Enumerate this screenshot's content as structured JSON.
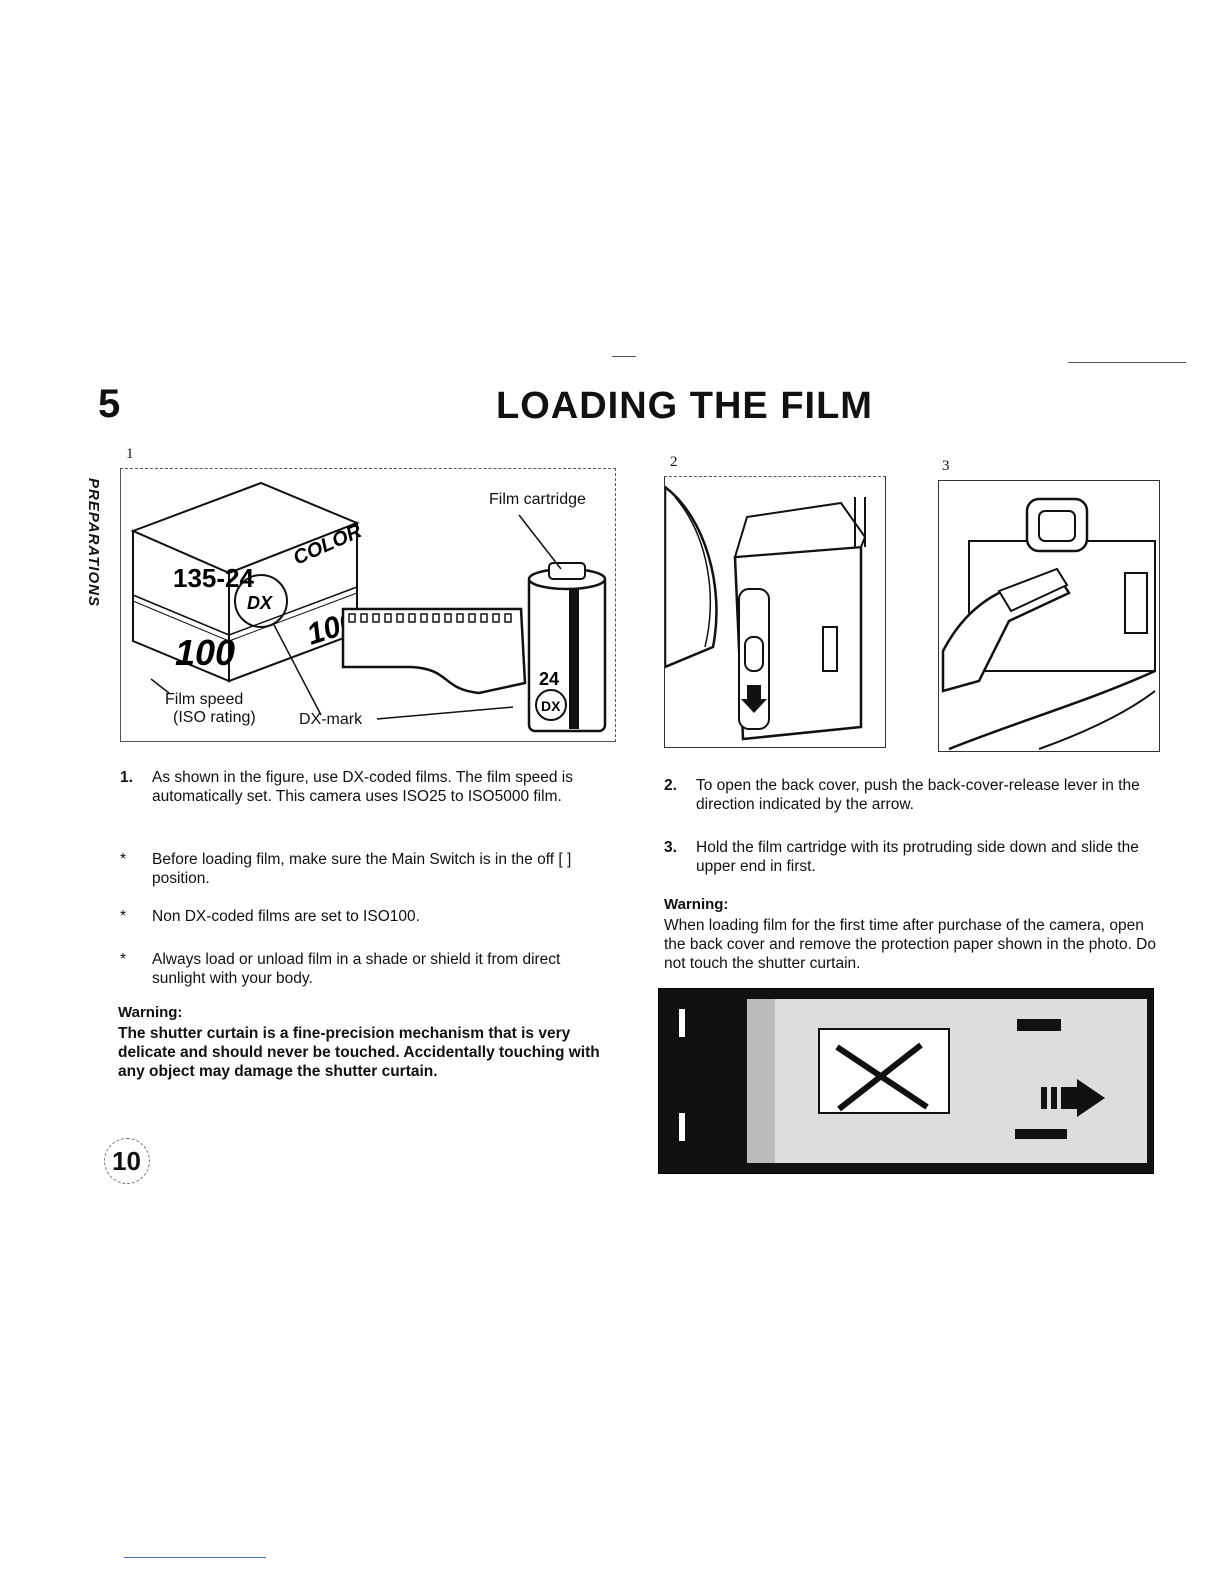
{
  "header": {
    "section_number": "5",
    "title": "LOADING THE FILM",
    "side_tab": "PREPARATIONS"
  },
  "figure1": {
    "label": "1",
    "box_numbers": [
      "135-24",
      "100"
    ],
    "box_brand": "COLOR",
    "cartridge_text": "24",
    "dx_text": "DX",
    "callouts": {
      "cartridge": "Film cartridge",
      "speed_line1": "Film speed",
      "speed_line2": "(ISO rating)",
      "dx_mark": "DX-mark"
    }
  },
  "figure2": {
    "label": "2"
  },
  "figure3": {
    "label": "3"
  },
  "left_column": {
    "items": [
      {
        "marker": "1.",
        "text": "As shown in the figure, use DX-coded films. The film speed is automatically set. This camera uses ISO25 to ISO5000 film."
      },
      {
        "marker": "*",
        "text": "Before loading film, make sure the Main Switch is in the off [       ] position."
      },
      {
        "marker": "*",
        "text": "Non DX-coded films are set to ISO100."
      },
      {
        "marker": "*",
        "text": "Always load or unload film in a shade or shield it from direct sunlight with your body."
      }
    ],
    "warning_heading": "Warning:",
    "warning_text": "The shutter curtain is a fine-precision mechanism that is very delicate and should never be touched. Accidentally touching with any object may damage the shutter curtain."
  },
  "right_column": {
    "items": [
      {
        "marker": "2.",
        "text": "To open the back cover, push the back-cover-release lever in the direction indicated by the arrow."
      },
      {
        "marker": "3.",
        "text": "Hold the film cartridge with its protruding side down and slide the upper end in first."
      }
    ],
    "warning_heading": "Warning:",
    "warning_text": "When loading film for the first time after purchase of the camera, open the back cover and remove the protection paper shown in the photo. Do not touch the shutter curtain."
  },
  "footer": {
    "page_number": "10"
  }
}
